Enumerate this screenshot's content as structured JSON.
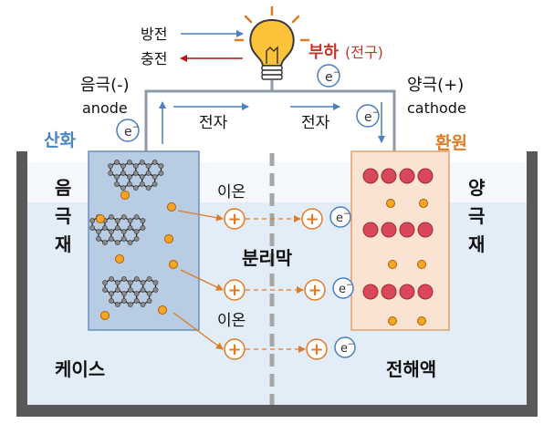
{
  "legend": {
    "discharge": "방전",
    "charge": "충전"
  },
  "load": {
    "label": "부하",
    "label_paren": "(전구)"
  },
  "anode": {
    "name_ko": "음극(-)",
    "name_en": "anode",
    "reaction": "산화",
    "material": [
      "음",
      "극",
      "재"
    ]
  },
  "cathode": {
    "name_ko": "양극(+)",
    "name_en": "cathode",
    "reaction": "환원",
    "material": [
      "양",
      "극",
      "재"
    ]
  },
  "wire": {
    "electron_left": "전자",
    "electron_right": "전자"
  },
  "electron_symbol": "e",
  "electron_sup": "−",
  "ion_label_top": "이온",
  "ion_label_bottom": "이온",
  "ion_symbol": "+",
  "separator_label": "분리막",
  "case_label": "케이스",
  "electrolyte_label": "전해액",
  "colors": {
    "discharge_arrow": "#4a7fc1",
    "charge_arrow": "#b01818",
    "load_text": "#c0392b",
    "oxidation_text": "#4a86c5",
    "reduction_text": "#e07b25",
    "ion": "#e07b25",
    "electron": "#4a7fc1",
    "anode_fill": "#b8cce4",
    "cathode_fill": "#fbe3d3",
    "cathode_ball": "#d9485a",
    "lithium_dot": "#f5a623",
    "electrolyte": "#dbe8f4"
  }
}
